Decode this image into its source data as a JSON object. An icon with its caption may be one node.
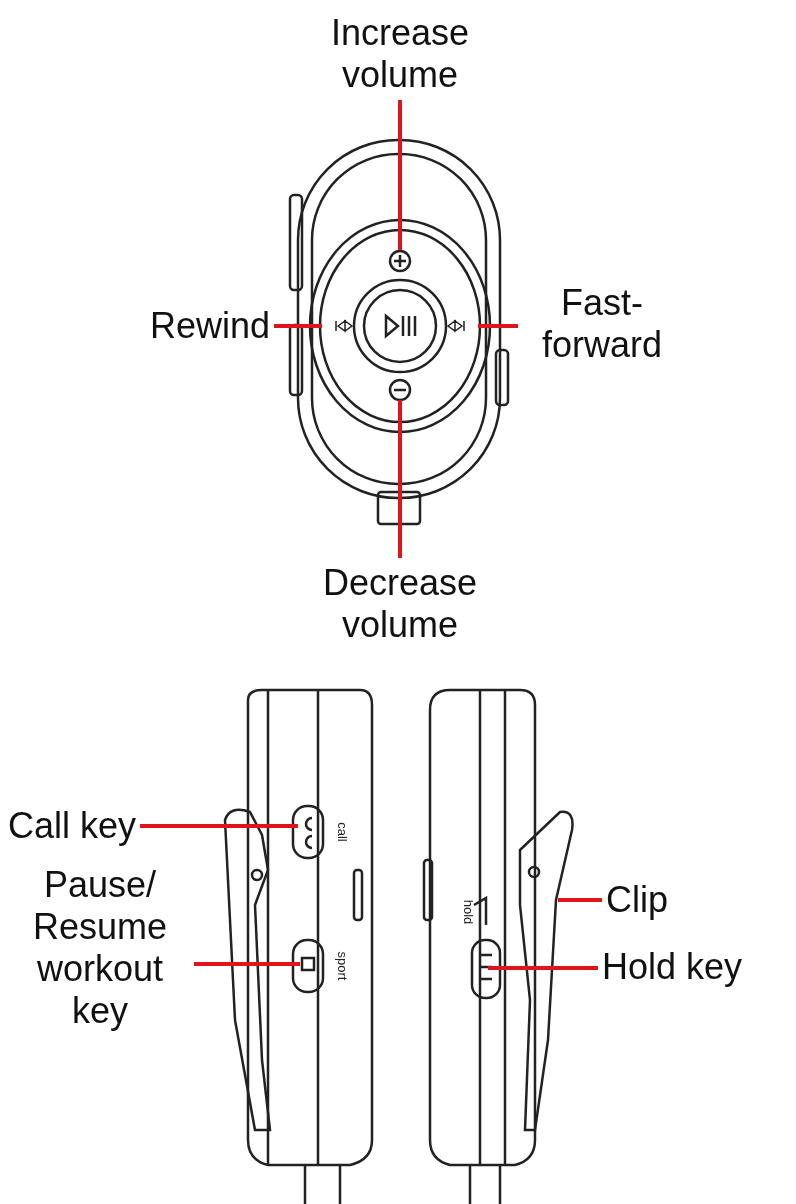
{
  "diagram": {
    "nodes": [
      {
        "text": [
          "Increase volume"
        ]
      },
      {
        "text": [
          "Rewind"
        ]
      },
      {
        "text": [
          "Fast-forward"
        ]
      },
      {
        "text": [
          "Decrease volume"
        ]
      },
      {
        "text": [
          "Call key"
        ]
      },
      {
        "text": [
          "Pause/ Resume workout key"
        ]
      },
      {
        "text": [
          "Clip"
        ]
      },
      {
        "text": [
          "Hold key"
        ]
      }
    ],
    "edges": [
      {
        "from": 0,
        "to": null,
        "arrow": "none"
      },
      {
        "from": 1,
        "to": null,
        "arrow": "none"
      },
      {
        "from": 2,
        "to": null,
        "arrow": "none"
      },
      {
        "from": 3,
        "to": null,
        "arrow": "none"
      },
      {
        "from": 4,
        "to": null,
        "arrow": "none"
      },
      {
        "from": 5,
        "to": null,
        "arrow": "none"
      },
      {
        "from": 6,
        "to": null,
        "arrow": "none"
      },
      {
        "from": 7,
        "to": null,
        "arrow": "none"
      }
    ],
    "labels": [
      "call",
      "sport",
      "hold"
    ]
  }
}
